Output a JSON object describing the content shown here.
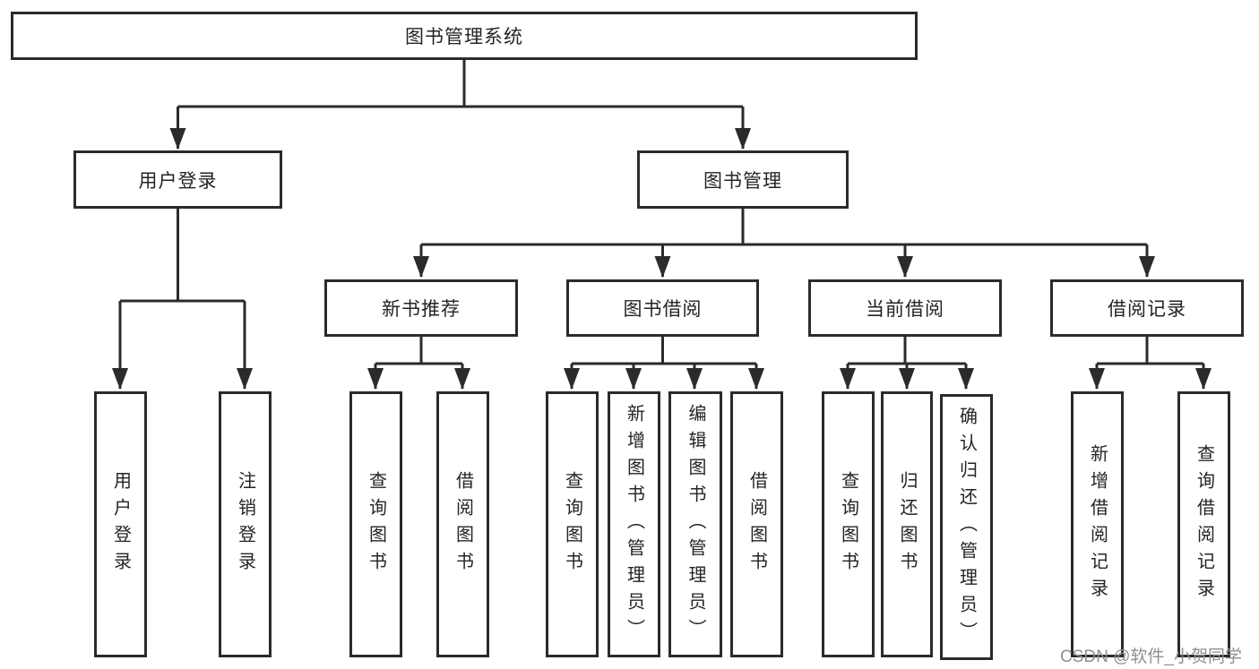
{
  "diagram": {
    "title": "图书管理系统",
    "branches": [
      {
        "label": "用户登录",
        "children": [
          {
            "label": "用户登录"
          },
          {
            "label": "注销登录"
          }
        ]
      },
      {
        "label": "图书管理",
        "children": [
          {
            "label": "新书推荐",
            "children": [
              {
                "label": "查询图书"
              },
              {
                "label": "借阅图书"
              }
            ]
          },
          {
            "label": "图书借阅",
            "children": [
              {
                "label": "查询图书"
              },
              {
                "label": "新增图书（管理员）"
              },
              {
                "label": "编辑图书（管理员）"
              },
              {
                "label": "借阅图书"
              }
            ]
          },
          {
            "label": "当前借阅",
            "children": [
              {
                "label": "查询图书"
              },
              {
                "label": "归还图书"
              },
              {
                "label": "确认归还（管理员）"
              }
            ]
          },
          {
            "label": "借阅记录",
            "children": [
              {
                "label": "新增借阅记录"
              },
              {
                "label": "查询借阅记录"
              }
            ]
          }
        ]
      }
    ]
  },
  "watermark": {
    "text": "CSDN @软件_小贺同学"
  },
  "colors": {
    "line": "#2b2b2b",
    "box_border": "#2b2b2b",
    "text": "#242424",
    "watermark": "#8f8f8f",
    "background": "#ffffff"
  }
}
